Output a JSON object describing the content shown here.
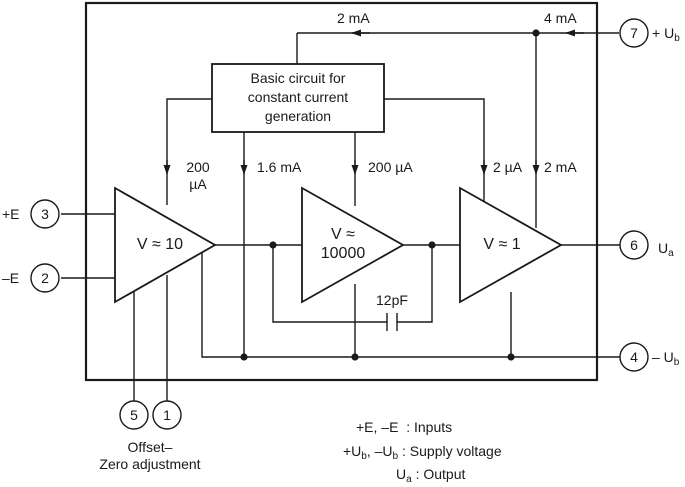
{
  "circuit_box": {
    "line1": "Basic circuit for",
    "line2": "constant current",
    "line3": "generation"
  },
  "currents": {
    "top_left": "2 mA",
    "top_right": "4 mA",
    "stage1_a": "200",
    "stage1_b": "µA",
    "bias_1": "1.6 mA",
    "stage2": "200 µA",
    "stage3": "2 µA",
    "bias_2": "2 mA"
  },
  "amplifiers": {
    "stage1": "V ≈ 10",
    "stage2_line1": "V ≈",
    "stage2_line2": "10000",
    "stage3": "V ≈ 1"
  },
  "capacitor_label": "12pF",
  "pins": {
    "p7": "7",
    "p3": "3",
    "p2": "2",
    "p6": "6",
    "p4": "4",
    "p5": "5",
    "p1": "1"
  },
  "pin_labels": {
    "plus_ub_sign": "+ U",
    "plus_ub_sub": "b",
    "plus_e": "+E",
    "minus_e": "–E",
    "ua_main": "U",
    "ua_sub": "a",
    "minus_ub_sign": "– U",
    "minus_ub_sub": "b"
  },
  "offset_label": {
    "line1": "Offset–",
    "line2": "Zero adjustment"
  },
  "legend": {
    "inputs_key": "+E, –E",
    "inputs_value": ": Inputs",
    "supply_key_1": "+U",
    "supply_key_sub1": "b",
    "supply_key_2": ", –U",
    "supply_key_sub2": "b",
    "supply_value": ": Supply voltage",
    "output_key": "U",
    "output_sub": "a",
    "output_value": ": Output"
  }
}
